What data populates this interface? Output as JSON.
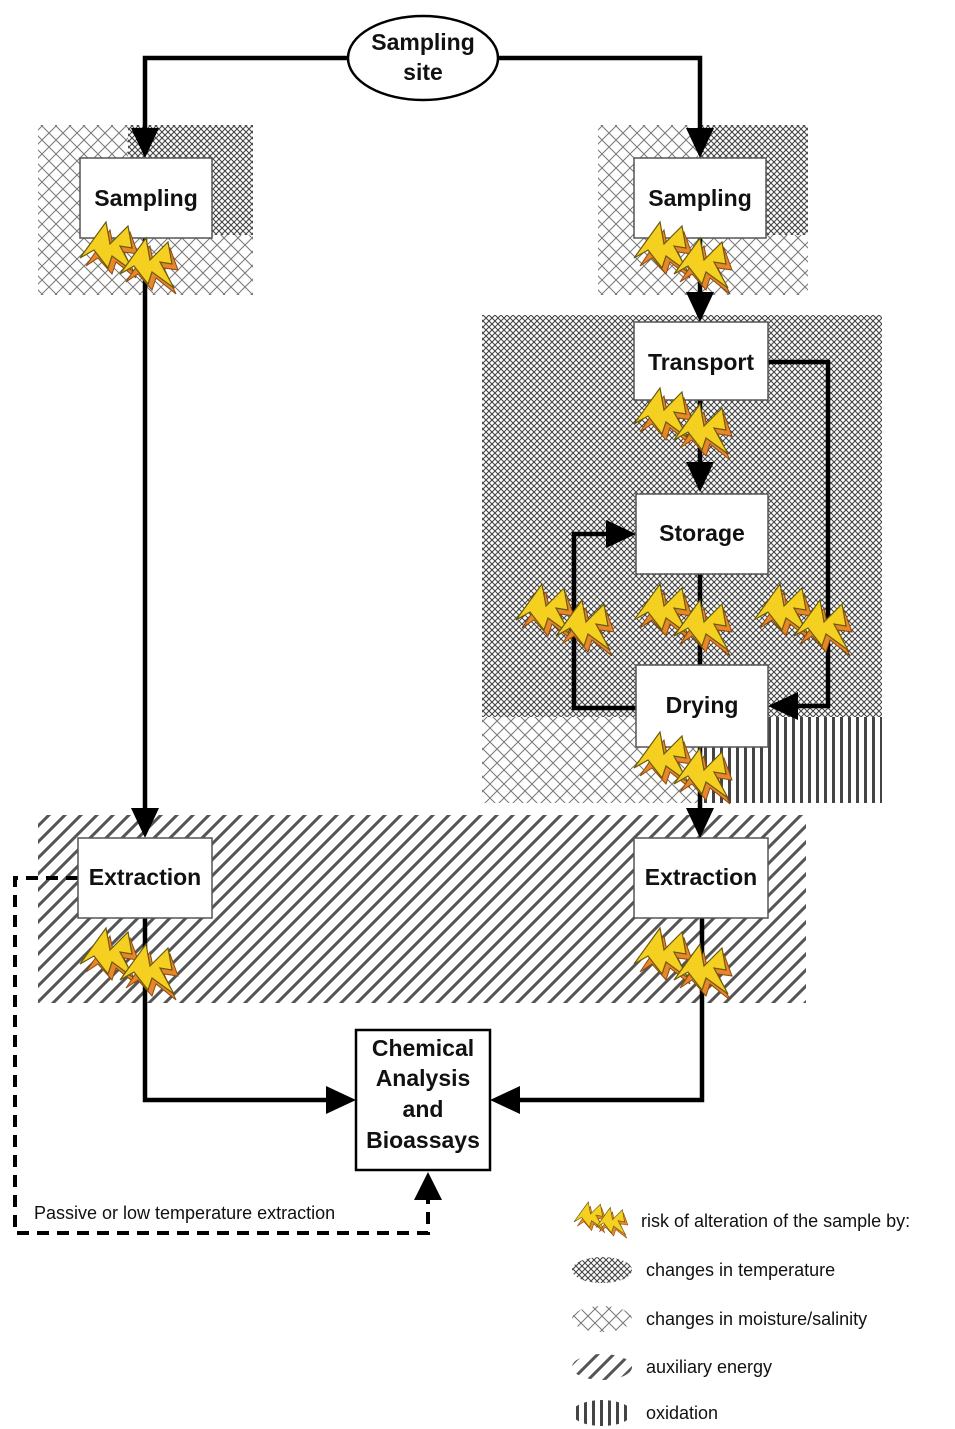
{
  "nodes": {
    "site": [
      "Sampling",
      "site"
    ],
    "sampling_left": [
      "Sampling"
    ],
    "sampling_right": [
      "Sampling"
    ],
    "transport": [
      "Transport"
    ],
    "storage": [
      "Storage"
    ],
    "drying": [
      "Drying"
    ],
    "extraction_left": [
      "Extraction"
    ],
    "extraction_right": [
      "Extraction"
    ],
    "analysis": [
      "Chemical",
      "Analysis",
      "and",
      "Bioassays"
    ]
  },
  "dashed_label": "Passive or low temperature extraction",
  "legend": {
    "title": "risk of alteration of the sample by:",
    "items": [
      {
        "pattern": "dense-crosshatch",
        "label": "changes in temperature"
      },
      {
        "pattern": "open-crosshatch",
        "label": "changes in moisture/salinity"
      },
      {
        "pattern": "diagonal-hatch",
        "label": "auxiliary energy"
      },
      {
        "pattern": "vertical-stripes",
        "label": "oxidation"
      }
    ]
  },
  "colors": {
    "lightning_fill": "#f5d020",
    "lightning_shadow": "#e8862a",
    "pattern_ink": "#444444"
  }
}
